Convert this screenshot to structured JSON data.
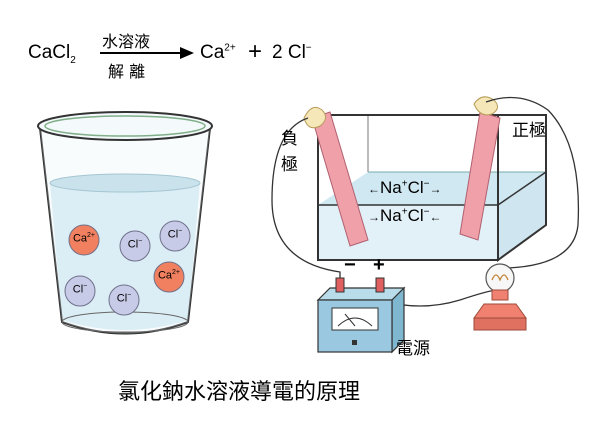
{
  "equation": {
    "reactant": "CaCl",
    "reactant_sub": "2",
    "condition_top": "水溶液",
    "condition_bottom": "解 離",
    "product1": "Ca",
    "product1_charge": "2+",
    "plus": "+",
    "product2": "2 Cl",
    "product2_charge": "−"
  },
  "beaker_ions": [
    {
      "symbol": "Ca",
      "charge": "2+",
      "type": "cation"
    },
    {
      "symbol": "Cl",
      "charge": "−",
      "type": "anion"
    },
    {
      "symbol": "Cl",
      "charge": "−",
      "type": "anion"
    },
    {
      "symbol": "Cl",
      "charge": "−",
      "type": "anion"
    },
    {
      "symbol": "Cl",
      "charge": "−",
      "type": "anion"
    },
    {
      "symbol": "Ca",
      "charge": "2+",
      "type": "cation"
    }
  ],
  "tank": {
    "ion_line_1": {
      "arrow_left": "←",
      "na": "Na",
      "na_charge": "+",
      "cl": "Cl",
      "cl_charge": "−",
      "arrow_right": "→"
    },
    "ion_line_2": {
      "arrow_left": "→",
      "na": "Na",
      "na_charge": "+",
      "cl": "Cl",
      "cl_charge": "−",
      "arrow_right": "←"
    }
  },
  "labels": {
    "negative_electrode_1": "負",
    "negative_electrode_2": "極",
    "positive_electrode": "正極",
    "power_source": "電源",
    "minus_terminal": "−",
    "plus_terminal": "+"
  },
  "caption": "氯化鈉水溶液導電的原理",
  "colors": {
    "cation_fill": "#f08060",
    "anion_fill": "#c8cbe8",
    "water": "#d8ecf4",
    "electrode": "#f0a0a8",
    "power_box": "#9ac8e0",
    "bulb_base": "#f08070"
  }
}
